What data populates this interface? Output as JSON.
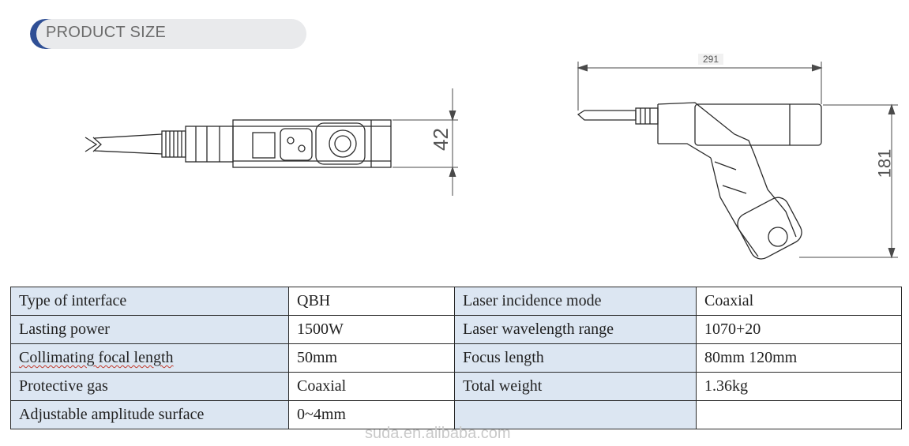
{
  "section_title": "PRODUCT SIZE",
  "dimensions": {
    "width_mm": "42",
    "length_mm": "291",
    "height_mm": "181"
  },
  "specs": [
    {
      "left_label": "Type of interface",
      "left_value": "QBH",
      "right_label": "Laser incidence mode",
      "right_value": "Coaxial"
    },
    {
      "left_label": "Lasting power",
      "left_value": "1500W",
      "right_label": "Laser wavelength range",
      "right_value": "1070+20"
    },
    {
      "left_label": "Collimating focal length",
      "left_value": "50mm",
      "right_label": "Focus length",
      "right_value": "80mm 120mm"
    },
    {
      "left_label": "Protective gas",
      "left_value": "Coaxial",
      "right_label": "Total weight",
      "right_value": "1.36kg"
    },
    {
      "left_label": "Adjustable amplitude surface",
      "left_value": "0~4mm",
      "right_label": "",
      "right_value": ""
    }
  ],
  "watermark": "suda.en.alibaba.com",
  "colors": {
    "accent": "#2f4f95",
    "label_cell": "#dce6f2",
    "pill_bg": "#e9eaec"
  }
}
